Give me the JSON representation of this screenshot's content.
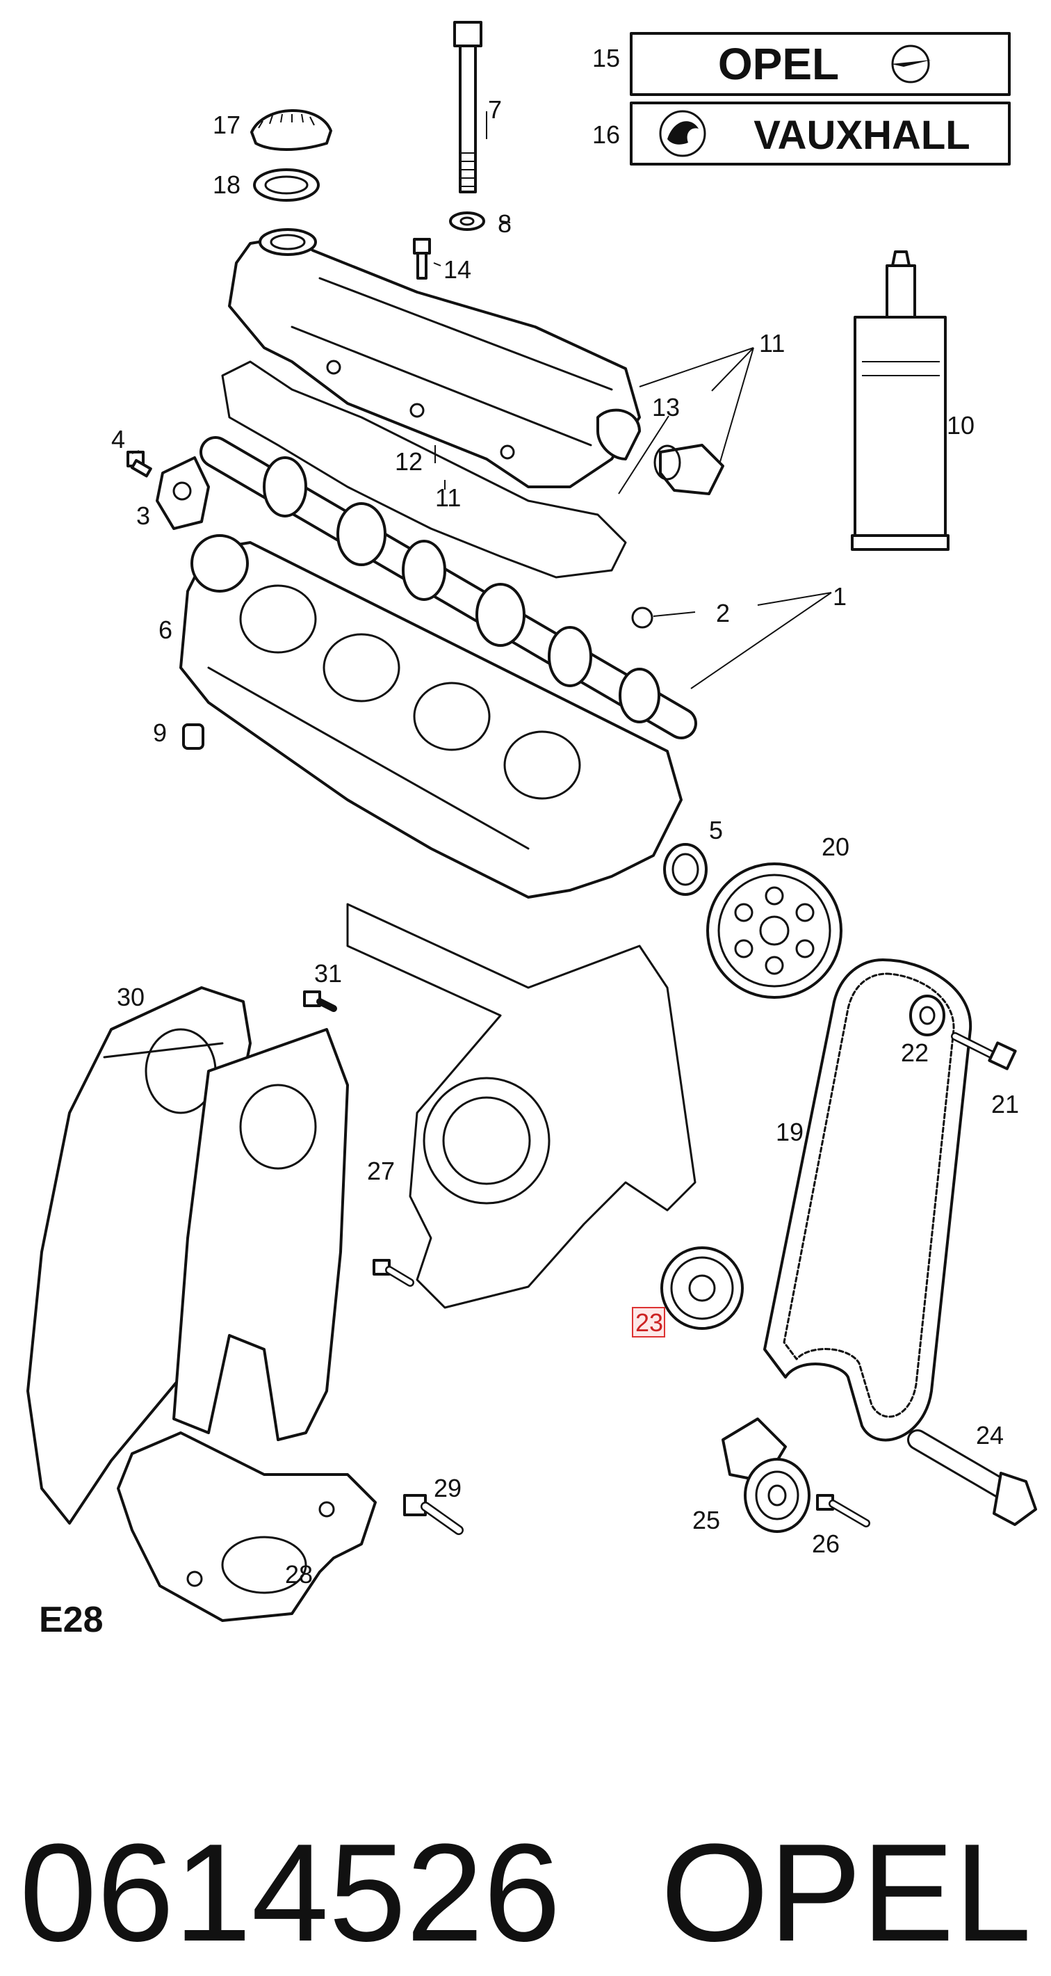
{
  "part_number": "0614526",
  "brand_caption": "OPEL",
  "figure_code": "E28",
  "logos": {
    "opel": {
      "index": "15",
      "text": "OPEL"
    },
    "vauxhall": {
      "index": "16",
      "text": "VAUXHALL"
    }
  },
  "callouts": [
    "1",
    "2",
    "3",
    "4",
    "5",
    "6",
    "7",
    "8",
    "9",
    "10",
    "11",
    "11",
    "11",
    "12",
    "13",
    "14",
    "17",
    "18",
    "19",
    "20",
    "21",
    "22",
    "23",
    "24",
    "25",
    "26",
    "27",
    "28",
    "29",
    "30",
    "31"
  ],
  "highlighted_callout": "23",
  "colors": {
    "highlight_border": "#d33333",
    "highlight_fill": "#fde9e9",
    "ink": "#111111"
  }
}
